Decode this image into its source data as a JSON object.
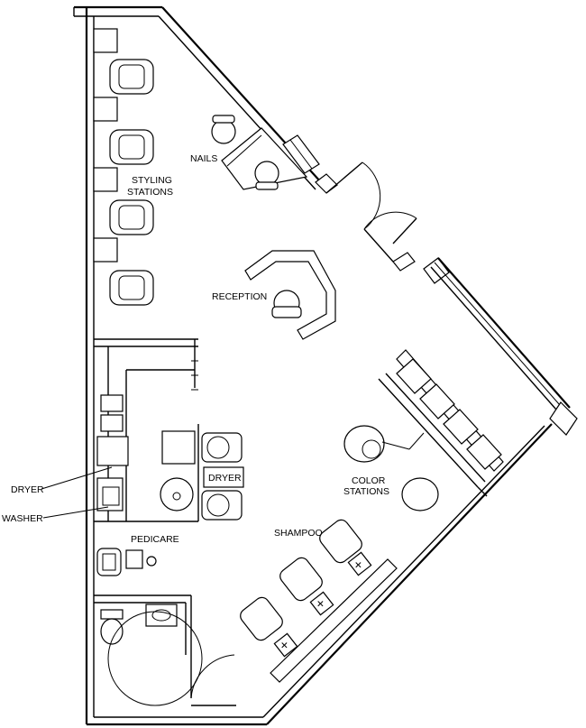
{
  "title": "",
  "labels": {
    "nails": "NAILS",
    "styling_line1": "STYLING",
    "styling_line2": "STATIONS",
    "reception": "RECEPTION",
    "color_line1": "COLOR",
    "color_line2": "STATIONS",
    "dryer_left": "DRYER",
    "dryer_box": "DRYER",
    "washer": "WASHER",
    "pedicare": "PEDICARE",
    "shampoo": "SHAMPOO"
  },
  "colors": {
    "line": "#000000",
    "background": "#ffffff"
  }
}
